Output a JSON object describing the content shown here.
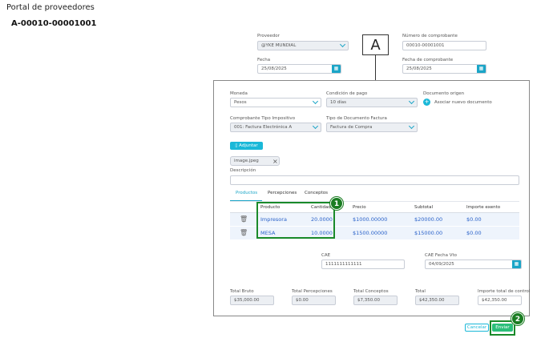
{
  "portal_title": "Portal de proveedores",
  "document_number_title": "A-00010-00001001",
  "header": {
    "proveedor_label": "Proveedor",
    "proveedor_value": "@YKE MUNDIAL",
    "numero_label": "Número de comprobante",
    "numero_value": "00010-00001001",
    "fecha_label": "Fecha",
    "fecha_value": "25/08/2025",
    "fecha_comprobante_label": "Fecha de comprobante",
    "fecha_comprobante_value": "25/08/2025"
  },
  "callout_a": "A",
  "form": {
    "moneda_label": "Moneda",
    "moneda_value": "Pesos",
    "condicion_label": "Condición de pago",
    "condicion_value": "10 días",
    "documento_origen_label": "Documento origen",
    "asociar_label": "Asociar nuevo documento",
    "comprobante_label": "Comprobante Tipo Impositivo",
    "comprobante_value": "001: Factura Electrónica A",
    "tipo_doc_label": "Tipo de Documento Factura",
    "tipo_doc_value": "Factura de Compra",
    "adjuntar_label": "Adjuntar",
    "attachment_name": "image.jpeg",
    "descripcion_label": "Descripción"
  },
  "tabs": [
    {
      "label": "Productos"
    },
    {
      "label": "Percepciones"
    },
    {
      "label": "Conceptos"
    }
  ],
  "table": {
    "headers": [
      "Producto",
      "Cantidad",
      "Precio",
      "Subtotal",
      "Importe exento"
    ],
    "rows": [
      {
        "producto": "Impresora",
        "cantidad": "20.0000",
        "precio": "$1000.00000",
        "subtotal": "$20000.00",
        "exento": "$0.00"
      },
      {
        "producto": "MESA",
        "cantidad": "10.0000",
        "precio": "$1500.00000",
        "subtotal": "$15000.00",
        "exento": "$0.00"
      }
    ]
  },
  "cae": {
    "cae_label": "CAE",
    "cae_value": "1111111111111",
    "vto_label": "CAE Fecha Vto",
    "vto_value": "04/09/2025"
  },
  "totals": {
    "bruto_label": "Total Bruto",
    "bruto_value": "$35,000.00",
    "percepciones_label": "Total Percepciones",
    "percepciones_value": "$0.00",
    "conceptos_label": "Total Conceptos",
    "conceptos_value": "$7,350.00",
    "total_label": "Total",
    "total_value": "$42,350.00",
    "control_label": "Importe total de control",
    "control_value": "$42,350.00"
  },
  "actions": {
    "cancelar_label": "Cancelar",
    "enviar_label": "Enviar"
  },
  "badges": {
    "one": "1",
    "two": "2"
  },
  "colors": {
    "accent": "#1ab8d8",
    "highlight_green": "#1a8a2a",
    "link_blue": "#2a62c9"
  }
}
